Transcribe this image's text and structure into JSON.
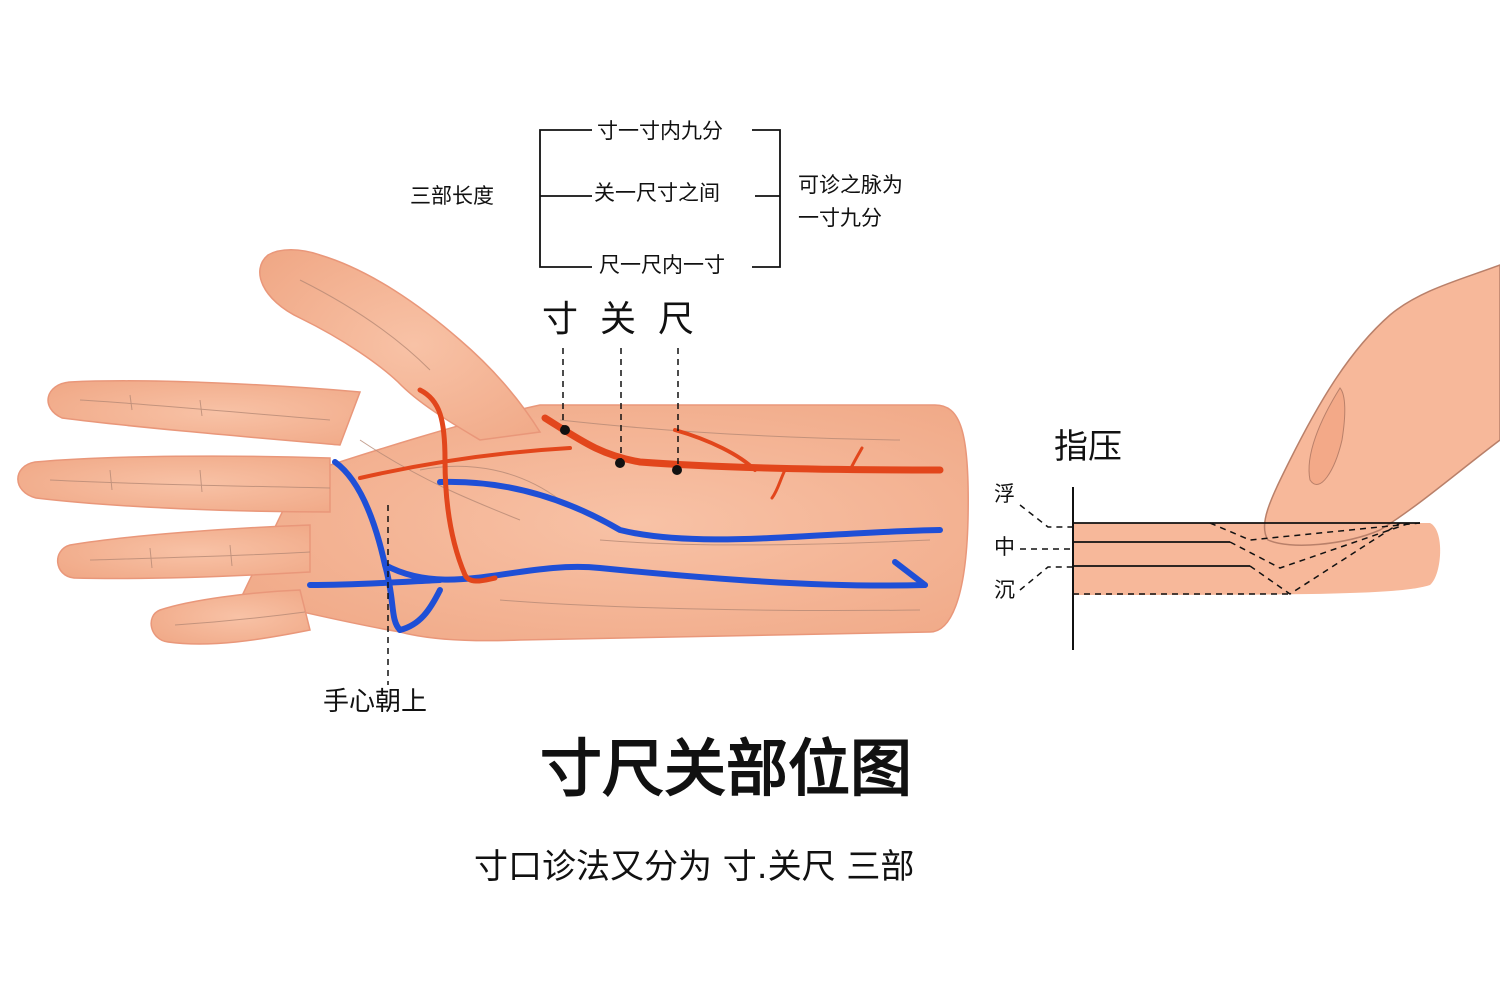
{
  "bracket": {
    "left_label": "三部长度",
    "rows": [
      "寸一寸内九分",
      "关一尺寸之间",
      "尺一尺内一寸"
    ],
    "right_label_line1": "可诊之脉为",
    "right_label_line2": "一寸九分"
  },
  "markers": {
    "cun": "寸",
    "guan": "关",
    "chi": "尺"
  },
  "palm_note": "手心朝上",
  "press": {
    "title": "指压",
    "levels": [
      "浮",
      "中",
      "沉"
    ]
  },
  "title": "寸尺关部位图",
  "subtitle": "寸口诊法又分为 寸.关尺 三部",
  "colors": {
    "skin": "#f7b89a",
    "skin_shadow": "#eea485",
    "artery": "#e2461c",
    "vein": "#1f4fd6",
    "line": "#111111"
  },
  "icons": [
    "hand-illustration-icon",
    "finger-illustration-icon"
  ]
}
